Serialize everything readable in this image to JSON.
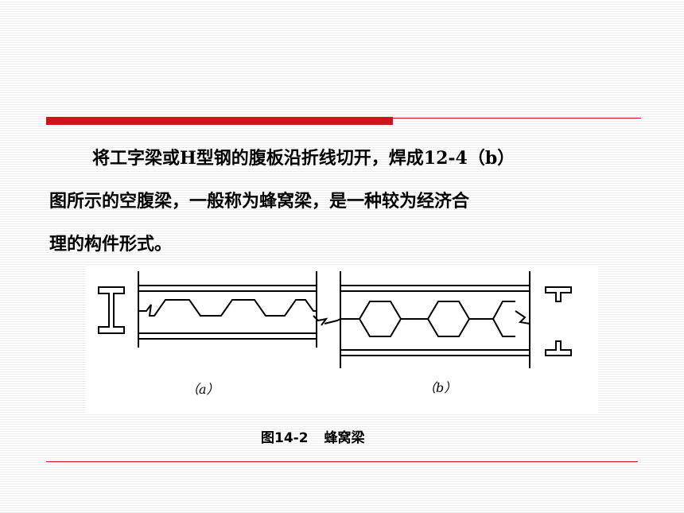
{
  "body": {
    "line1": "将工字梁或H型钢的腹板沿折线切开，焊成12-4（b）",
    "line2": "图所示的空腹梁，一般称为蜂窝梁，是一种较为经济合",
    "line3": "理的构件形式。"
  },
  "figure": {
    "label_a": "（a）",
    "label_b": "（b）"
  },
  "caption": {
    "number": "图14-2",
    "title": "蜂窝梁"
  },
  "colors": {
    "accent_red": "#d0121a"
  }
}
